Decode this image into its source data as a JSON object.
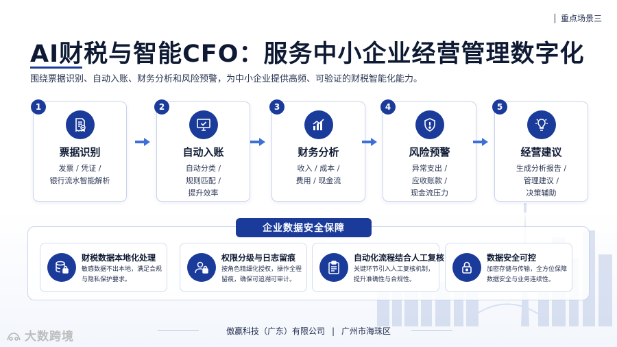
{
  "tag": "重点场景三",
  "title": "AI财税与智能CFO：服务中小企业经营管理数字化",
  "subtitle": "围绕票据识别、自动入账、财务分析和风险预警，为中小企业提供高频、可验证的财税智能化能力。",
  "steps": [
    {
      "num": "1",
      "title": "票据识别",
      "icon": "receipt-icon",
      "desc": [
        "发票 / 凭证 /",
        "银行流水智能解析"
      ]
    },
    {
      "num": "2",
      "title": "自动入账",
      "icon": "monitor-check-icon",
      "desc": [
        "自动分类 /",
        "规则匹配 /",
        "提升效率"
      ]
    },
    {
      "num": "3",
      "title": "财务分析",
      "icon": "bar-chart-icon",
      "desc": [
        "收入 / 成本 /",
        "费用 / 现金流"
      ]
    },
    {
      "num": "4",
      "title": "风险预警",
      "icon": "shield-alert-icon",
      "desc": [
        "异常支出 /",
        "应收账款 /",
        "现金流压力"
      ]
    },
    {
      "num": "5",
      "title": "经营建议",
      "icon": "lightbulb-icon",
      "desc": [
        "生成分析报告 /",
        "管理建议 /",
        "决策辅助"
      ]
    }
  ],
  "security": {
    "label": "企业数据安全保障",
    "cards": [
      {
        "title": "财税数据本地化处理",
        "icon": "database-lock-icon",
        "desc": "敏感数据不出本地，满足合规与隐私保护要求。"
      },
      {
        "title": "权限分级与日志留痕",
        "icon": "user-lock-icon",
        "desc": "按角色精细化授权，操作全程留痕，确保可追溯可审计。"
      },
      {
        "title": "自动化流程结合人工复核",
        "icon": "clipboard-check-icon",
        "desc": "关键环节引入人工复核机制，提升准确性与合规性。"
      },
      {
        "title": "数据安全可控",
        "icon": "lock-icon",
        "desc": "加密存储与传输，全方位保障数据安全与业务连续性。"
      }
    ]
  },
  "footer": {
    "company": "傲赢科技（广东）有限公司",
    "location": "广州市海珠区",
    "separator": "|"
  },
  "watermark": "大数跨境",
  "colors": {
    "primary": "#1b3b9b",
    "text": "#0e1a33",
    "border": "#c9d4ec",
    "arrow": "#3d6fd6"
  }
}
